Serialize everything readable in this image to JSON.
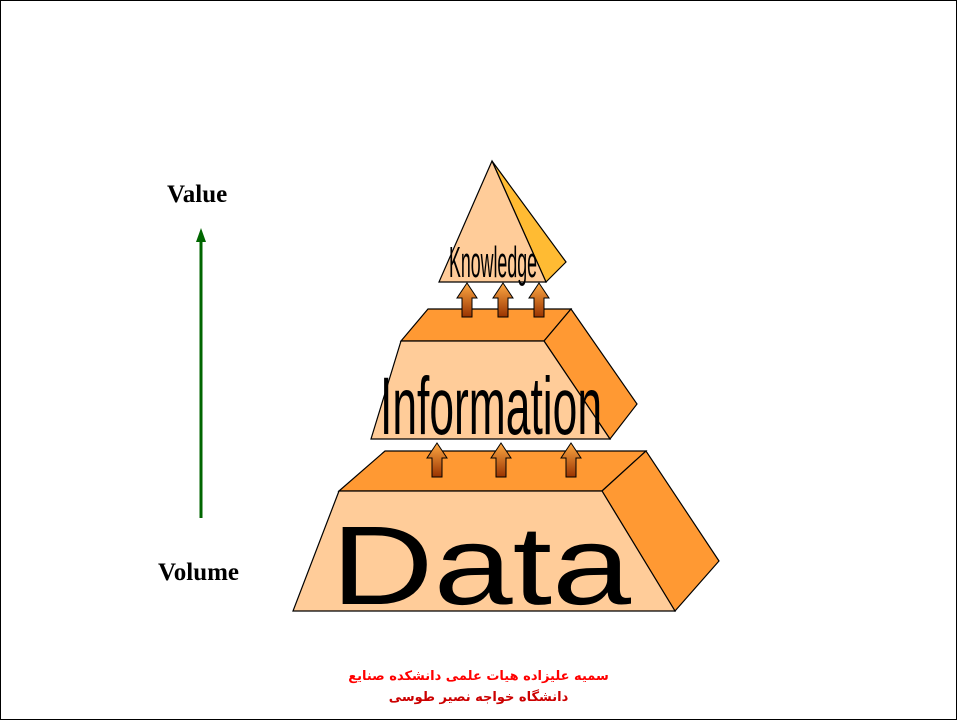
{
  "axis": {
    "top_label": "Value",
    "bottom_label": "Volume"
  },
  "pyramid": {
    "levels": [
      {
        "name": "Knowledge"
      },
      {
        "name": "Information"
      },
      {
        "name": "Data"
      }
    ]
  },
  "footer": {
    "line1": "سمیه علیزاده هیات علمی دانشکده صنایع",
    "line2": "دانشگاه خواجه نصیر طوسی"
  },
  "colors": {
    "face": "#FFCC99",
    "side": "#FF9933",
    "top": "#FF9933",
    "pyramid_shadow": "#FFBB33",
    "axis_arrow": "#006600",
    "footer_line1": "#FF0000",
    "footer_line2": "#CC0000"
  }
}
